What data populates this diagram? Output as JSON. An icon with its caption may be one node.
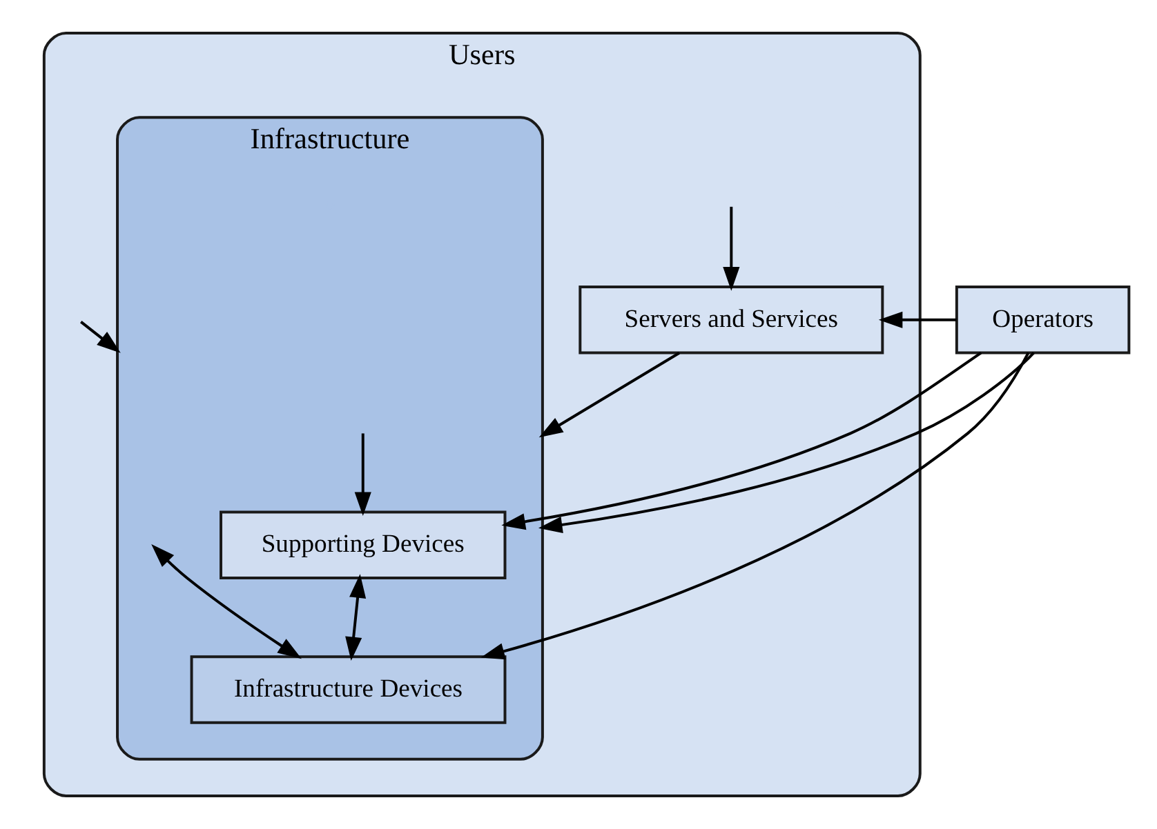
{
  "diagram": {
    "nodes": [
      {
        "text": [
          "Users"
        ]
      },
      {
        "text": [
          "Operators"
        ]
      },
      {
        "text": [
          "Infrastructure"
        ],
        "in": 0
      },
      {
        "text": [
          "Servers and Services"
        ],
        "in": 0
      },
      {
        "text": [
          "Supporting Devices"
        ],
        "in": 2
      },
      {
        "text": [
          "Infrastructure Devices"
        ],
        "in": 2
      }
    ],
    "edges": [
      {
        "from": null,
        "to": 3,
        "arrow": "to"
      },
      {
        "from": 1,
        "to": 3,
        "arrow": "to"
      },
      {
        "from": 3,
        "to": 2,
        "arrow": "to"
      },
      {
        "from": null,
        "to": 4,
        "arrow": "to"
      },
      {
        "from": null,
        "to": 2,
        "arrow": "to"
      },
      {
        "from": 1,
        "to": 4,
        "arrow": "to"
      },
      {
        "from": 1,
        "to": 2,
        "arrow": "to"
      },
      {
        "from": 1,
        "to": 5,
        "arrow": "to"
      },
      {
        "from": 4,
        "to": 5,
        "arrow": "both"
      },
      {
        "from": null,
        "to": 5,
        "arrow": "both"
      }
    ]
  }
}
